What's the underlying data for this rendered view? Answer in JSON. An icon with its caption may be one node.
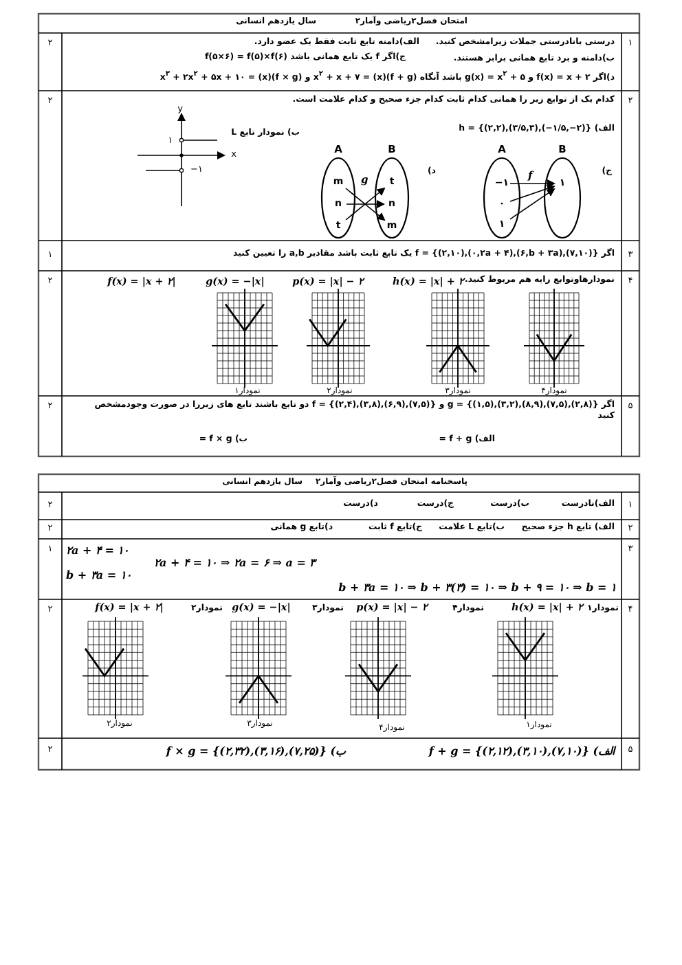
{
  "diagram": {
    "nodes": [
      {
        "text": [
          "A"
        ]
      },
      {
        "text": [
          "−۱"
        ],
        "in": 0
      },
      {
        "text": [
          "۰"
        ],
        "in": 0
      },
      {
        "text": [
          "۱"
        ],
        "in": 0
      },
      {
        "text": [
          "B"
        ]
      },
      {
        "text": [
          "۱"
        ],
        "in": 4
      },
      {
        "text": [
          "A"
        ]
      },
      {
        "text": [
          "m"
        ],
        "in": 6
      },
      {
        "text": [
          "n"
        ],
        "in": 6
      },
      {
        "text": [
          "t"
        ],
        "in": 6
      },
      {
        "text": [
          "B"
        ]
      },
      {
        "text": [
          "t"
        ],
        "in": 10
      },
      {
        "text": [
          "n"
        ],
        "in": 10
      },
      {
        "text": [
          "m"
        ],
        "in": 10
      }
    ],
    "edges": [
      {
        "from": 1,
        "to": 5,
        "arrow": "to",
        "label": "f"
      },
      {
        "from": 2,
        "to": 5,
        "arrow": "to"
      },
      {
        "from": 3,
        "to": 5,
        "arrow": "to"
      },
      {
        "from": 7,
        "to": 13,
        "arrow": "to",
        "label": "g"
      },
      {
        "from": 8,
        "to": 12,
        "arrow": "to"
      },
      {
        "from": 9,
        "to": 11,
        "arrow": "to"
      }
    ],
    "labels": [
      "امتحان فصل۲ریاضی وآمار۲",
      "سال یازدهم انسانی",
      "۱",
      "درستی یانادرستی جملات زیرامشخص کنید.",
      "الف)دامنه تابع ثابت فقط یک عضو دارد.",
      "ب)دامنه و برد تابع همانی برابر هستند.",
      "ج)اگر f یک تابع همانی باشد f(۵×۶) = f(۵)×f(۶)",
      "د)اگر f(x) = x + ۲ و g(x) = x$^{۲}$ + ۵ باشد آنگاه (f + g)(x) = x$^{۲}$ + x + ۷ و (f × g)(x) = x$^{۳}$ + ۲x$^{۲}$ + ۵x + ۱۰",
      "۲",
      "۲",
      "کدام یک از توابع زیر را همانی کدام  ثابت کدام جزء صحیح  و کدام  علامت است.",
      "الف) h = {(۲,۲),(۳/۵,۳),(−۱/۵,−۲)}",
      "ب) نمودار تابع L",
      "y",
      "۱",
      "x",
      "−۱",
      "ج)",
      "د)",
      "۲",
      "۳",
      "اگر f = {(۲,۱۰),(۰,۲a + ۴),(۶,b + ۳a),(۷,۱۰)} یک تابع ثابت باشد مقادیر a,b را تعیین کنید",
      "۱",
      "۴",
      "نمودارهاوتوابع رابه هم مربوط کنید.",
      "h(x) = |x| + ۲",
      "p(x) = |x| − ۲",
      "g(x) = −|x|",
      "f(x) = |x + ۲|",
      "نمودار۴",
      "نمودار۳",
      "نمودار۲",
      "نمودار۱",
      "۲",
      "۵",
      "اگر g = {(۱,۵),(۳,۲),(۸,۹),(۷,۵),(۲,۸)} و f = {(۲,۴),(۳,۸),(۶,۹),(۷,۵)} دو تابع باشند تابع های زیررا در صورت وجودمشخص کنید",
      "الف) f + g =",
      "ب) f × g =",
      "۲",
      "پاسخنامه امتحان فصل۲ریاضی وآمار۲",
      "سال یازدهم انسانی",
      "۱",
      "الف)نادرست",
      "ب)درست",
      "ج)درست",
      "د)درست",
      "۲",
      "۲",
      "الف)  تابع h جزء صحیح",
      "ب)تابع L علامت",
      "ج)تابع f  ثابت",
      "د)تابع g همانی",
      "۲",
      "۳",
      "۲a + ۴ = ۱۰",
      "b + ۳a = ۱۰",
      "۲a + ۴ = ۱۰ ⇒ ۲a = ۶ ⇒ a = ۳",
      "b + ۳a = ۱۰ ⇒ b + ۳(۳) = ۱۰ ⇒ b + ۹ = ۱۰ ⇒ b = ۱",
      "۱",
      "۴",
      "نمودار۱",
      "h(x) = |x| + ۲",
      "نمودار۴",
      "p(x) = |x| − ۲",
      "نمودار۳",
      "g(x) = −|x|",
      "نمودار۲",
      "f(x) = |x + ۲|",
      "نمودار۱",
      "نمودار۴",
      "نمودار۳",
      "نمودار۲",
      "۲",
      "۵",
      "الف) f + g = {(۲,۱۲),(۳,۱۰),(۷,۱۰)}",
      "ب) f × g = {(۲,۳۲),(۳,۱۶),(۷,۲۵)}",
      "۲"
    ]
  }
}
